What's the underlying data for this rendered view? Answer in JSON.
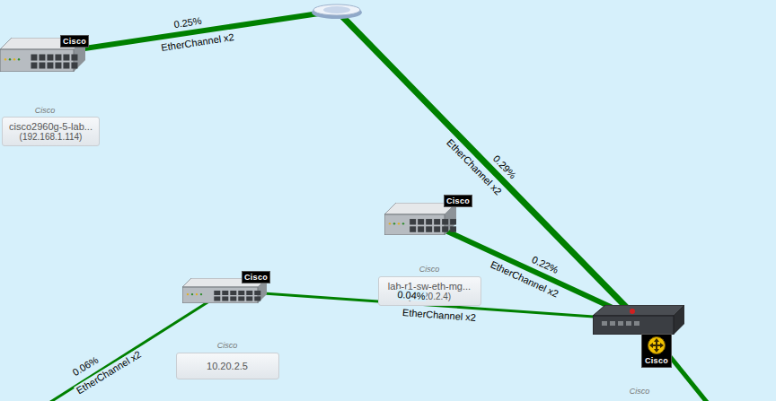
{
  "diagram": {
    "nodes": [
      {
        "text": [
          "Cisco",
          "Cisco",
          "cisco2960g-5-lab...",
          "(192.168.1.114)"
        ]
      },
      {
        "text": []
      },
      {
        "text": [
          "Cisco",
          "Cisco",
          "lab-r1-sw-eth-mg...",
          "(10.20.2.4)"
        ]
      },
      {
        "text": [
          "Cisco",
          "Cisco",
          "10.20.2.5"
        ]
      },
      {
        "text": [
          "Cisco",
          "Cisco"
        ]
      }
    ],
    "edges": [
      {
        "from": 0,
        "to": 1,
        "arrow": "none",
        "label": "0.25%"
      },
      {
        "from": 1,
        "to": 4,
        "arrow": "none",
        "label": "0.29%"
      },
      {
        "from": 2,
        "to": 4,
        "arrow": "none",
        "label": "0.22%"
      },
      {
        "from": 3,
        "to": 4,
        "arrow": "none",
        "label": "0.04%"
      }
    ],
    "labels": [
      "EtherChannel x2",
      "EtherChannel x2",
      "EtherChannel x2",
      "EtherChannel x2",
      "0.06%",
      "EtherChannel x2"
    ]
  }
}
